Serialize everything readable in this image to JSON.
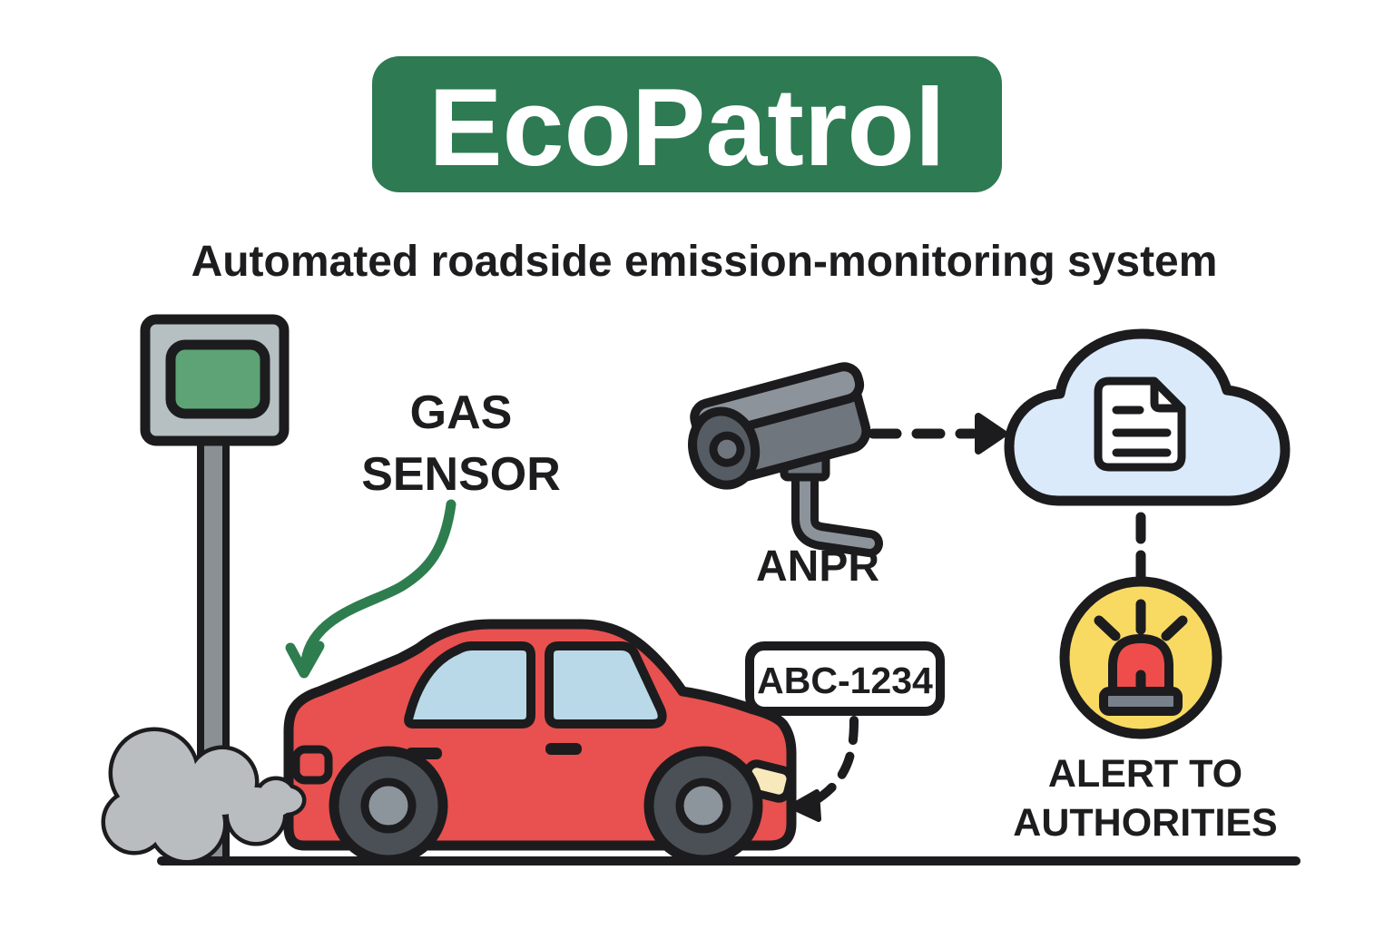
{
  "banner": {
    "title": "EcoPatrol",
    "subtitle": "Automated roadside emission-monitoring system"
  },
  "labels": {
    "gas_sensor_line1": "GAS",
    "gas_sensor_line2": "SENSOR",
    "camera": "ANPR",
    "license_plate": "ABC-1234",
    "alert_line1": "ALERT TO",
    "alert_line2": "AUTHORITIES"
  },
  "icons": {
    "gas_sensor": "gas-sensor-pole-icon",
    "exhaust": "exhaust-smoke-icon",
    "car": "car-icon",
    "camera": "anpr-camera-icon",
    "cloud": "cloud-record-icon",
    "document": "document-icon",
    "alert": "alert-siren-icon"
  },
  "colors": {
    "banner_green": "#2e7a52",
    "title_white": "#ffffff",
    "text_black": "#1d1d1f",
    "outline_black": "#1c1c1e",
    "car_red": "#e8514f",
    "window_blue": "#b9d9e8",
    "headlight_cream": "#f7e9bb",
    "tire_gray": "#4a5056",
    "hub_gray": "#8d959c",
    "smoke_gray": "#b9bdbf",
    "pole_gray": "#8a9094",
    "sensor_box_gray": "#b6c0c3",
    "sensor_screen_green": "#5da376",
    "camera_body_gray": "#70767e",
    "camera_visor_gray": "#8d939b",
    "camera_bezel_gray": "#565c63",
    "cloud_blue": "#daeafa",
    "alert_yellow": "#f8da63",
    "siren_red": "#ee4d4b",
    "siren_base_gray": "#78808a",
    "arrow_green": "#2e7d4f"
  }
}
